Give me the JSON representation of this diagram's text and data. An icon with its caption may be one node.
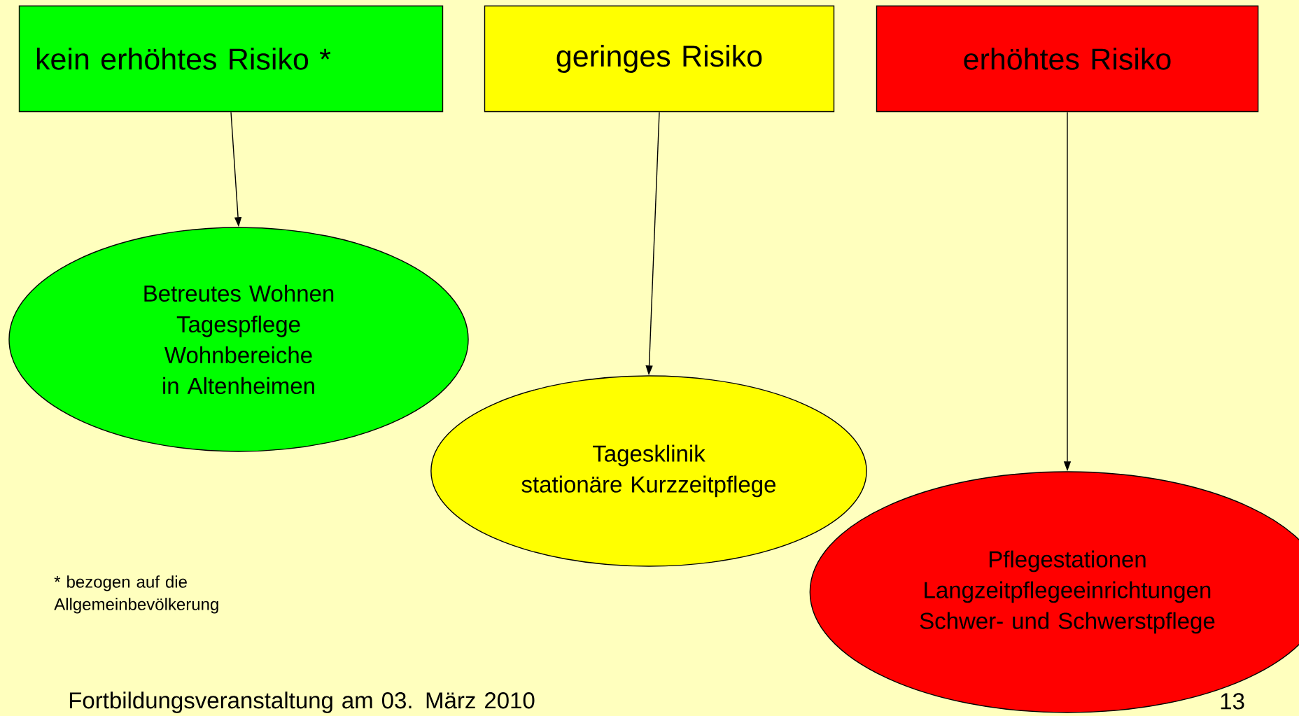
{
  "diagram": {
    "nodes": [
      {
        "text": [
          "kein erhöhtes Risiko *"
        ]
      },
      {
        "text": [
          "geringes Risiko"
        ]
      },
      {
        "text": [
          "erhöhtes Risiko"
        ]
      },
      {
        "text": [
          "Betreutes Wohnen",
          "Tagespflege",
          "Wohnbereiche in Altenheimen"
        ]
      },
      {
        "text": [
          "Tagesklinik",
          "stationäre Kurzzeitpflege"
        ]
      },
      {
        "text": [
          "Pflegestationen",
          "Langzeitpflegeeinrichtungen",
          "Schwer- und Schwerstpflege"
        ]
      }
    ],
    "edges": [
      {
        "from": 0,
        "to": 3,
        "arrow": "to"
      },
      {
        "from": 1,
        "to": 4,
        "arrow": "to"
      },
      {
        "from": 2,
        "to": 5,
        "arrow": "to"
      }
    ],
    "labels": [
      "* bezogen auf die Allgemeinbevölkerung",
      "Fortbildungsveranstaltung am 03. März 2010",
      "13"
    ]
  }
}
